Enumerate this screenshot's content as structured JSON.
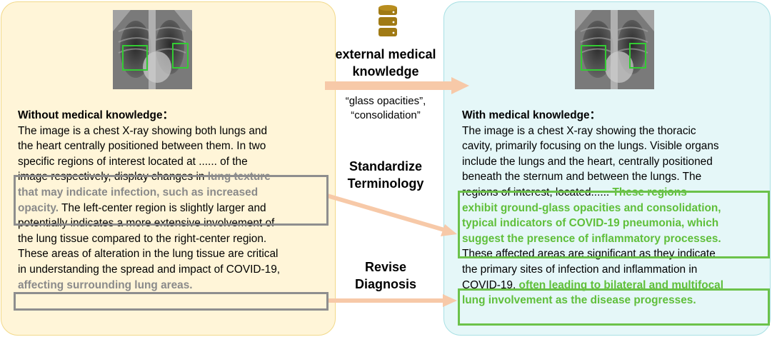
{
  "knowledge": {
    "label_line1": "external medical",
    "label_line2": "knowledge",
    "terms_line1": "“glass opacities”,",
    "terms_line2": "“consolidation”"
  },
  "steps": {
    "standardize_line1": "Standardize",
    "standardize_line2": "Terminology",
    "revise_line1": "Revise",
    "revise_line2": "Diagnosis"
  },
  "left": {
    "heading": "Without medical knowledge：",
    "l1": "The image is a chest X-ray showing both lungs and",
    "l2": "the heart centrally positioned between them. In two",
    "l3": "specific regions of interest located at ...... of the",
    "l4": "image respectively, display changes in ",
    "l4_hl": "lung texture",
    "l5_hl": "that may indicate infection, such as increased",
    "l6_hl": "opacity.",
    "l6": " The left-center region is slightly larger and",
    "l7": "potentially indicates a more extensive involvement of",
    "l8": "the lung tissue compared to the right-center region.",
    "l9": "These areas of alteration in the lung tissue are critical",
    "l10": "in understanding the spread and impact of COVID-19,",
    "l11_hl": "affecting surrounding lung areas."
  },
  "right": {
    "heading": "With medical knowledge：",
    "l1": "The image is a chest X-ray showing the thoracic",
    "l2": "cavity, primarily focusing on the lungs. Visible organs",
    "l3": "include the lungs and the heart, centrally positioned",
    "l4": "beneath the sternum and between the lungs. The",
    "l5": "regions of interest, located...... ",
    "l5_hl": "These regions",
    "l6_hl": "exhibit ground-glass opacities and consolidation,",
    "l7_hl": "typical indicators of COVID-19 pneumonia, which",
    "l8_hl": "suggest the presence of inflammatory processes.",
    "l9": "These affected areas are significant as they indicate",
    "l10": "the primary sites of infection and inflammation in",
    "l11": "COVID-19, ",
    "l11_hl": "often leading to bilateral and multifocal",
    "l12_hl": "lung involvement as the disease progresses."
  },
  "colors": {
    "left_panel": "#fff5d8",
    "right_panel": "#e5f7f8",
    "highlight_gray": "#8a8a8a",
    "highlight_green": "#5fbf3a",
    "arrow": "#f7c9a8",
    "database_icon": "#a07a14"
  },
  "icons": [
    "database-icon",
    "chest-xray-image",
    "roi-box"
  ]
}
